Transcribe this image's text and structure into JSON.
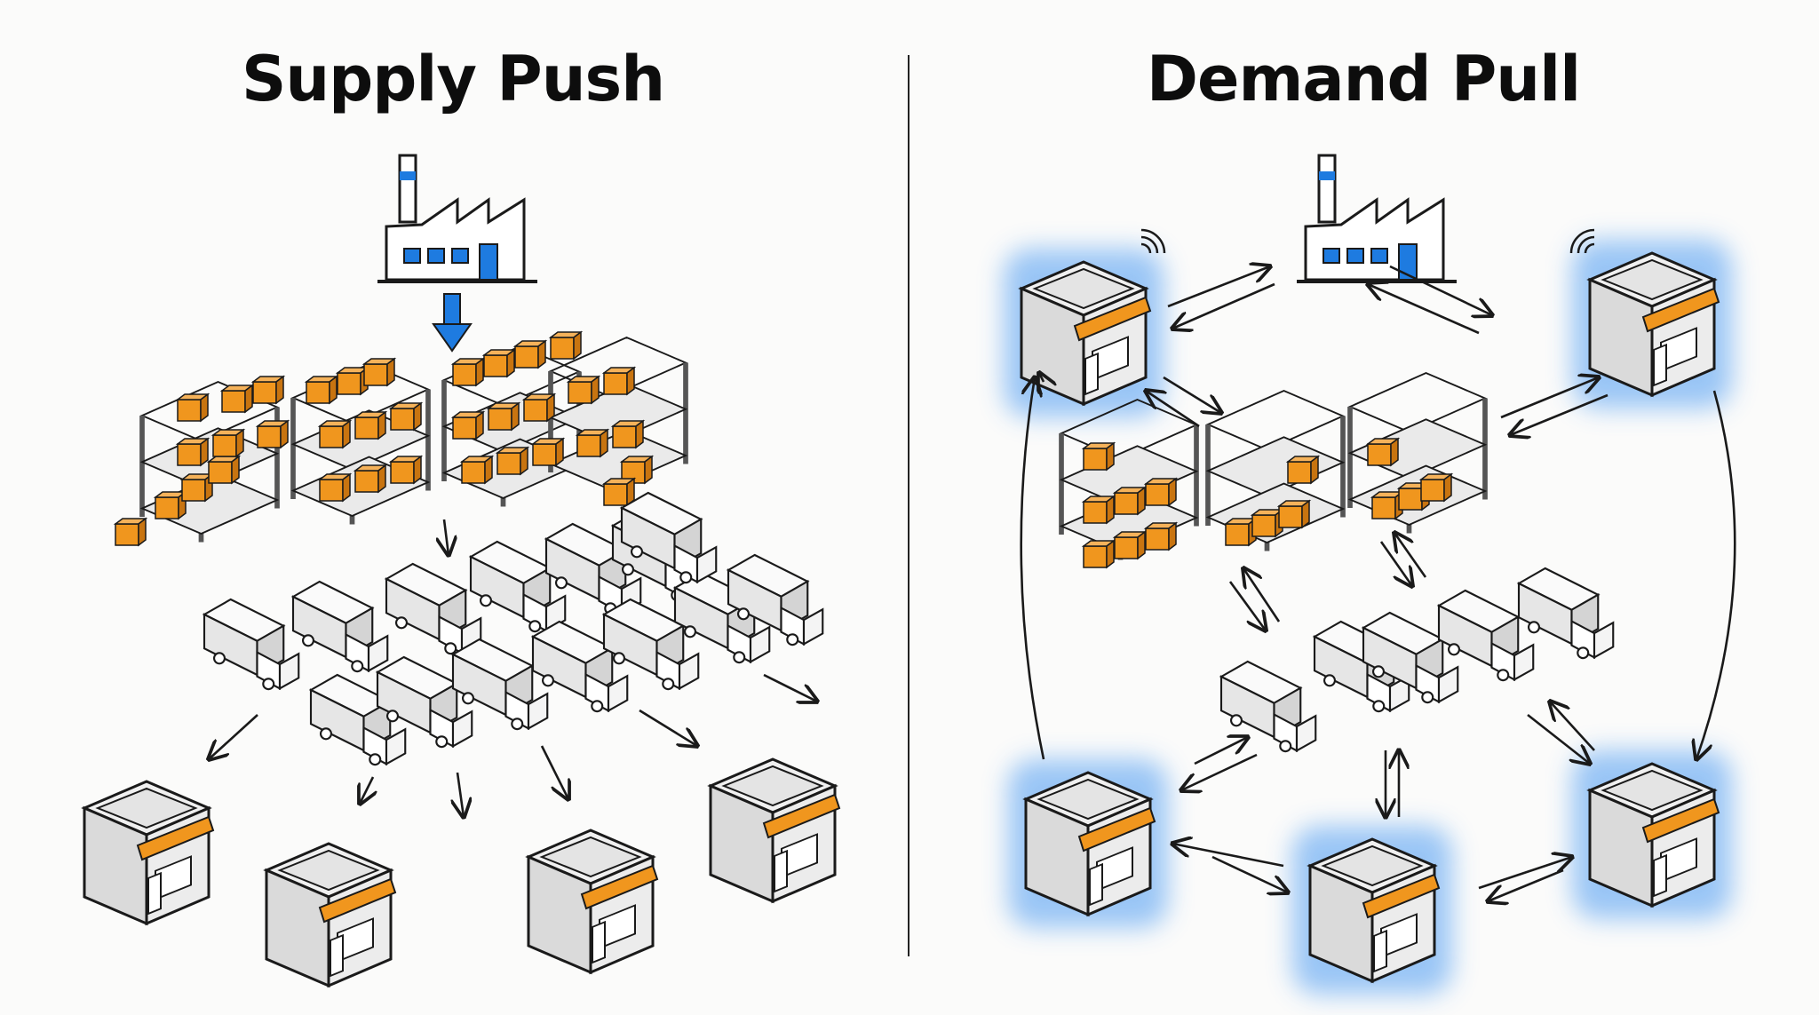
{
  "left_panel": {
    "title": "Supply Push",
    "nodes": {
      "factory": {
        "icon": "factory-icon",
        "count": 1
      },
      "warehouse_shelves": {
        "icon": "shelving-icon",
        "count": 4,
        "state": "overstocked"
      },
      "trucks": {
        "icon": "truck-icon",
        "count": 14
      },
      "stores": {
        "icon": "store-icon",
        "count": 4,
        "highlighted": false
      }
    },
    "flow": "one-way downward"
  },
  "right_panel": {
    "title": "Demand Pull",
    "nodes": {
      "factory": {
        "icon": "factory-icon",
        "count": 1
      },
      "warehouse_shelves": {
        "icon": "shelving-icon",
        "count": 3,
        "state": "lean"
      },
      "trucks": {
        "icon": "truck-icon",
        "count": 5
      },
      "stores": {
        "icon": "store-icon",
        "count": 5,
        "highlighted": true,
        "signal_icons": 2
      }
    },
    "flow": "two-way network"
  },
  "colors": {
    "accent_blue": "#1e7be0",
    "box_orange": "#f0961e",
    "store_glow": "#8fc0f5",
    "outline": "#1a1a1a",
    "gray_fill": "#e2e2e2"
  }
}
